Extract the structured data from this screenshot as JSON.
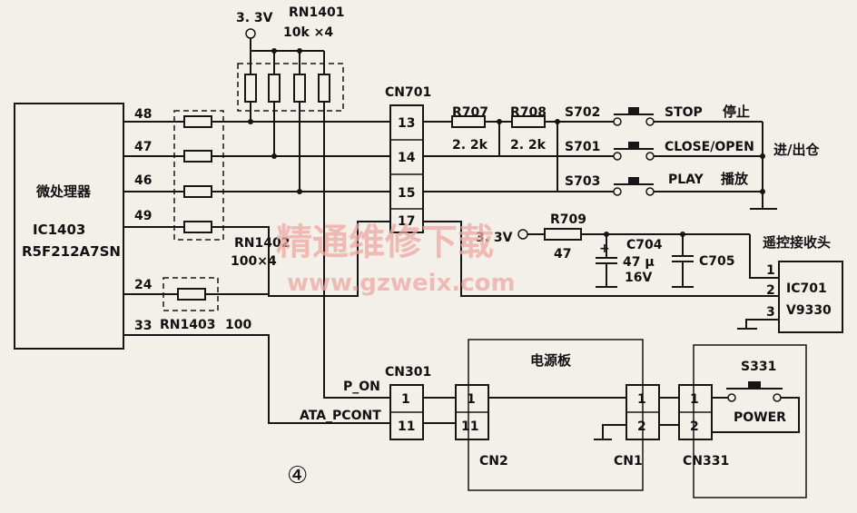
{
  "labels": {
    "v33_top": "3. 3V",
    "rn1401": "RN1401",
    "rn1401_val": "10k ×4",
    "cn701": "CN701",
    "r707": "R707",
    "r708": "R708",
    "r707_val": "2. 2k",
    "r708_val": "2. 2k",
    "s702": "S702",
    "s701": "S701",
    "s703": "S703",
    "stop": "STOP",
    "stop_cn": "停止",
    "close_open": "CLOSE/OPEN",
    "in_out": "进/出仓",
    "play": "PLAY",
    "play_cn": "播放",
    "mcu_cn": "微处理器",
    "ic1403": "IC1403",
    "r5f": "R5F212A7SN",
    "rn1402": "RN1402",
    "rn1402_val": "100×4",
    "rn1403": "RN1403",
    "rn1403_val": "100",
    "v33_mid": "3. 3V",
    "r709": "R709",
    "r709_val": "47",
    "c704": "C704",
    "c704_val1": "47 μ",
    "c704_val2": "16V",
    "c705": "C705",
    "remote_rx": "遥控接收头",
    "ic701": "IC701",
    "v9330": "V9330",
    "cn301": "CN301",
    "p_on": "P_ON",
    "ata_pcont": "ATA_PCONT",
    "power_board": "电源板",
    "cn2": "CN2",
    "cn1": "CN1",
    "cn331": "CN331",
    "s331": "S331",
    "power": "POWER",
    "figure_no": "④"
  },
  "pins": {
    "mcu": [
      "48",
      "47",
      "46",
      "49",
      "24",
      "33"
    ],
    "cn701": [
      "13",
      "14",
      "15",
      "17"
    ],
    "ic701": [
      "1",
      "2",
      "3"
    ],
    "cn301": [
      "1",
      "11"
    ],
    "cn2": [
      "1",
      "11"
    ],
    "cn1": [
      "1",
      "2"
    ],
    "cn331": [
      "1",
      "2"
    ]
  },
  "watermark": {
    "text_cn": "精通维修下载",
    "text_url": "www.gzweix.com"
  }
}
